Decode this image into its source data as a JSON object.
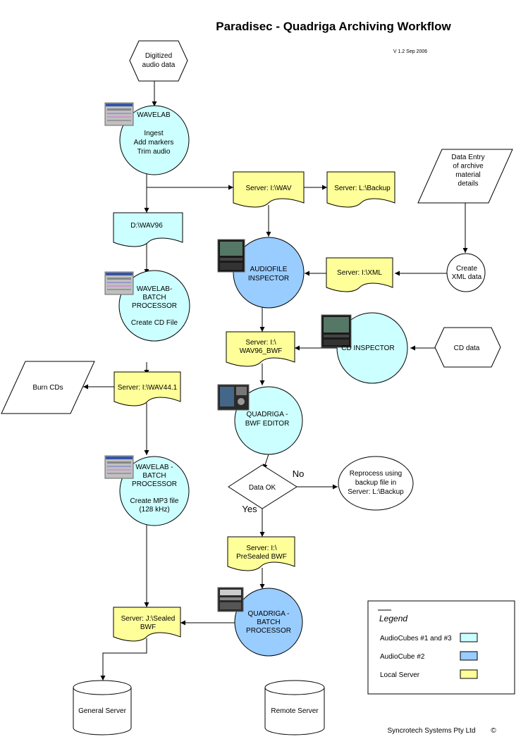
{
  "title": "Paradisec - Quadriga Archiving Workflow",
  "version": "V 1.2 Sep 2006",
  "footer": {
    "company": "Syncrotech Systems Pty Ltd",
    "symbol": "©"
  },
  "colors": {
    "cube13": "#ccffff",
    "cube2": "#99ccff",
    "server": "#ffff99",
    "line": "#000000"
  },
  "nodes": {
    "digitized": [
      "Digitized",
      "audio data"
    ],
    "wavelab": [
      "WAVELAB",
      "",
      "Ingest",
      "Add markers",
      "Trim audio"
    ],
    "server_wav": [
      "Server: I:\\WAV"
    ],
    "backup": [
      "Server: L:\\Backup"
    ],
    "data_entry": [
      "Data Entry",
      "of archive",
      "material",
      "details"
    ],
    "d_wav96": [
      "D:\\WAV96"
    ],
    "audiofile_inspector": [
      "AUDIOFILE",
      "INSPECTOR"
    ],
    "server_xml": [
      "Server: I:\\XML"
    ],
    "create_xml": [
      "Create",
      "XML data"
    ],
    "batch1": [
      "WAVELAB-",
      "BATCH",
      "PROCESSOR",
      "",
      "Create CD File"
    ],
    "wav96_bwf": [
      "Server: I:\\",
      "WAV96_BWF"
    ],
    "cd_inspector": [
      "CD INSPECTOR"
    ],
    "cd_data": [
      "CD data"
    ],
    "burn_cds": [
      "Burn CDs"
    ],
    "wav44": [
      "Server: I:\\WAV44.1"
    ],
    "bwf_editor": [
      "QUADRIGA -",
      "BWF EDITOR"
    ],
    "data_ok": [
      "Data OK"
    ],
    "no_label": "No",
    "yes_label": "Yes",
    "reprocess": [
      "Reprocess using",
      "backup file in",
      "Server: L:\\Backup"
    ],
    "batch2": [
      "WAVELAB  -",
      "BATCH",
      "PROCESSOR",
      "",
      "Create MP3 file",
      "(128 kHz)"
    ],
    "presealed": [
      "Server: I:\\",
      "PreSealed BWF"
    ],
    "sealed": [
      "Server: J:\\Sealed",
      "BWF"
    ],
    "batch3": [
      "QUADRIGA  -",
      "BATCH",
      "PROCESSOR"
    ],
    "general_server": [
      "General Server"
    ],
    "remote_server": [
      "Remote Server"
    ]
  },
  "legend": {
    "title": "Legend",
    "items": [
      {
        "label": "AudioCubes #1 and #3",
        "color": "#ccffff"
      },
      {
        "label": "AudioCube #2",
        "color": "#99ccff"
      },
      {
        "label": "Local Server",
        "color": "#ffff99"
      }
    ]
  }
}
